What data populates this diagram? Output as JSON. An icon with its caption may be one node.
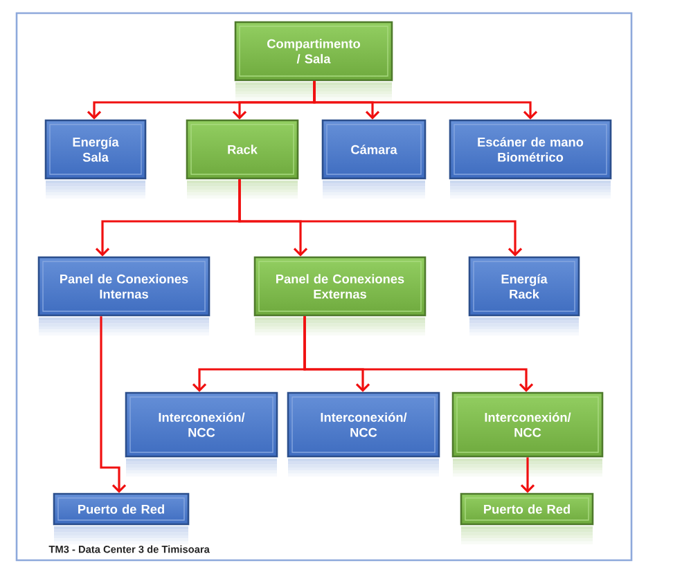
{
  "diagram": {
    "nodes": [
      {
        "text": [
          "Compartimento / Sala"
        ]
      },
      {
        "text": [
          "Energía Sala"
        ]
      },
      {
        "text": [
          "Rack"
        ]
      },
      {
        "text": [
          "Cámara"
        ]
      },
      {
        "text": [
          "Escáner de mano Biométrico"
        ]
      },
      {
        "text": [
          "Panel de Conexiones Internas"
        ]
      },
      {
        "text": [
          "Panel de Conexiones Externas"
        ]
      },
      {
        "text": [
          "Energía Rack"
        ]
      },
      {
        "text": [
          "Interconexión/ NCC"
        ]
      },
      {
        "text": [
          "Interconexión/ NCC"
        ]
      },
      {
        "text": [
          "Interconexión/ NCC"
        ]
      },
      {
        "text": [
          "Puerto de Red"
        ]
      },
      {
        "text": [
          "Puerto de Red"
        ]
      }
    ],
    "edges": [
      {
        "from": 0,
        "to": 1,
        "arrow": "to"
      },
      {
        "from": 0,
        "to": 2,
        "arrow": "to"
      },
      {
        "from": 0,
        "to": 3,
        "arrow": "to"
      },
      {
        "from": 0,
        "to": 4,
        "arrow": "to"
      },
      {
        "from": 2,
        "to": 5,
        "arrow": "to"
      },
      {
        "from": 2,
        "to": 6,
        "arrow": "to"
      },
      {
        "from": 2,
        "to": 7,
        "arrow": "to"
      },
      {
        "from": 6,
        "to": 8,
        "arrow": "to"
      },
      {
        "from": 6,
        "to": 9,
        "arrow": "to"
      },
      {
        "from": 6,
        "to": 10,
        "arrow": "to"
      },
      {
        "from": 5,
        "to": 11,
        "arrow": "to"
      },
      {
        "from": 10,
        "to": 12,
        "arrow": "to"
      }
    ],
    "caption": "TM3 - Data Center 3 de Timisoara"
  }
}
